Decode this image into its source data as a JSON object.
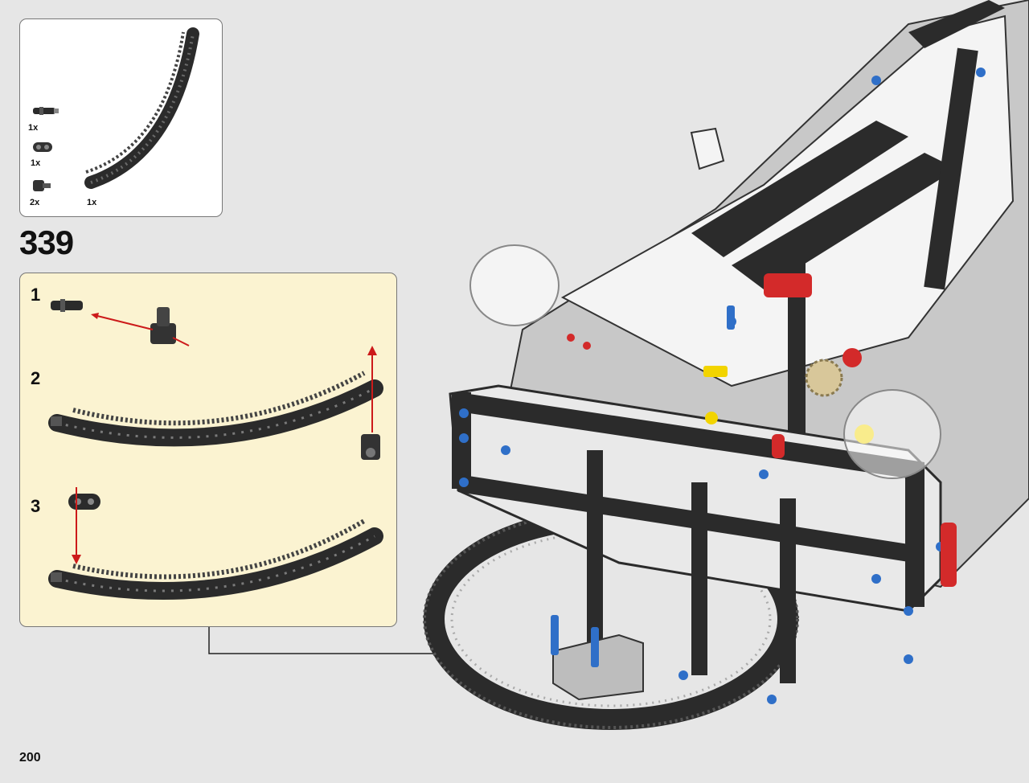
{
  "parts_list": {
    "items": [
      {
        "name": "axle-pin-with-bush",
        "qty": "1x"
      },
      {
        "name": "connector-beam-2",
        "qty": "1x"
      },
      {
        "name": "pin-with-axle-connector",
        "qty": "2x"
      },
      {
        "name": "curved-gear-rack",
        "qty": "1x"
      }
    ]
  },
  "step": {
    "number": "339"
  },
  "substeps": [
    {
      "number": "1"
    },
    {
      "number": "2"
    },
    {
      "number": "3"
    }
  ],
  "page": {
    "number": "200"
  },
  "colors": {
    "page_background": "#e6e6e6",
    "substep_background": "#fbf3d1",
    "arrow_red": "#cc1a1a",
    "brick_dark": "#2b2b2b",
    "brick_light": "#c8c8c8",
    "pin_blue": "#2f6fc8",
    "accent_red": "#d32a2a",
    "accent_yellow": "#f2d400"
  },
  "icons": [
    "red-assembly-arrow",
    "callout-arrow"
  ]
}
